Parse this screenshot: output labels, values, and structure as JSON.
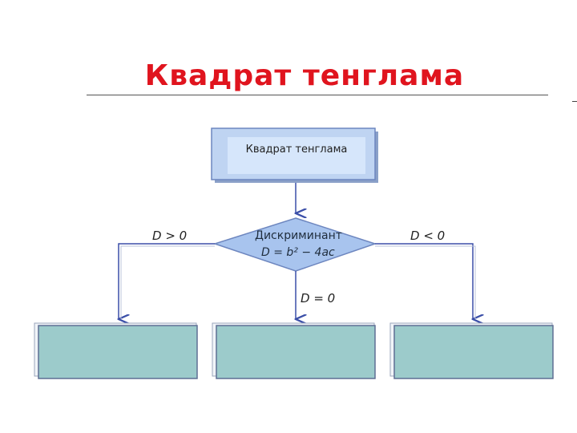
{
  "title": "Квадрат тенглама",
  "flowchart": {
    "top_box_label": "Квадрат тенглама",
    "decision_title": "Дискриминант",
    "decision_formula": "D = b² − 4ac",
    "branch_left": "D > 0",
    "branch_middle": "D = 0",
    "branch_right": "D < 0"
  },
  "colors": {
    "title": "#e0141e",
    "box_fill": "#bfd4f2",
    "result_fill": "#9ccbcb",
    "arrow": "#3b4fa8"
  }
}
